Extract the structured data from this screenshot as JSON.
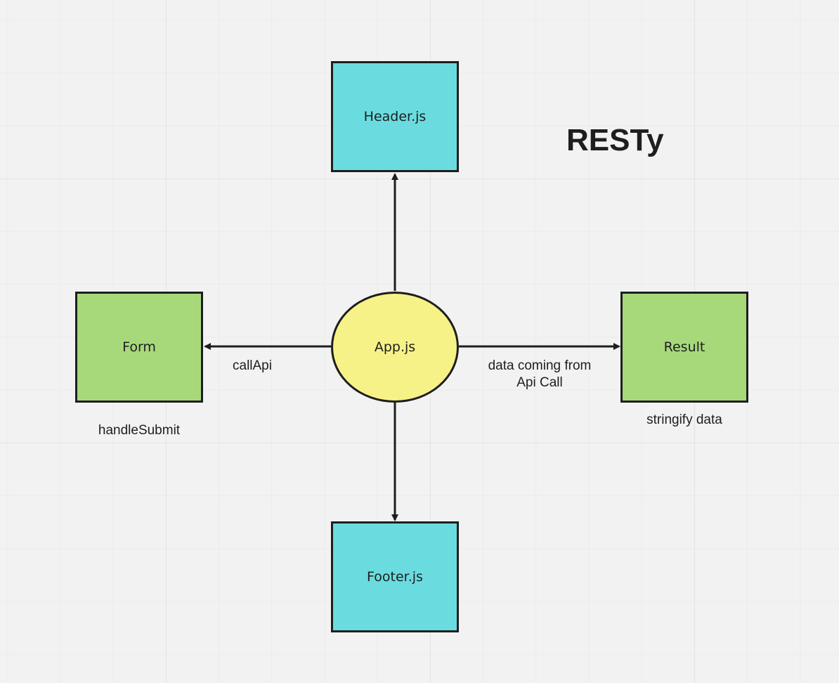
{
  "title": "RESTy",
  "nodes": {
    "header": "Header.js",
    "app": "App.js",
    "form": "Form",
    "result": "Result",
    "footer": "Footer.js"
  },
  "edge_labels": {
    "call_api": "callApi",
    "data_coming_line1": "data coming from",
    "data_coming_line2": "Api Call"
  },
  "annotations": {
    "handle_submit": "handleSubmit",
    "stringify_data": "stringify data"
  },
  "colors": {
    "component_box": "#6adce0",
    "child_box": "#a7d97b",
    "app_node": "#f6f287",
    "stroke": "#1e1e1e"
  }
}
